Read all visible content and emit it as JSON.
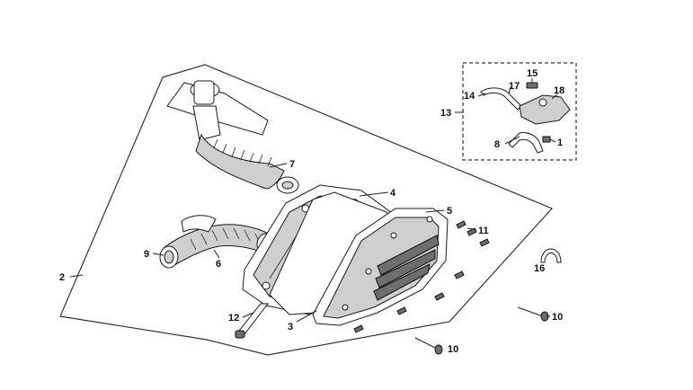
{
  "diagram": {
    "callouts": [
      {
        "id": "1",
        "text": "1"
      },
      {
        "id": "2",
        "text": "2"
      },
      {
        "id": "3",
        "text": "3"
      },
      {
        "id": "4",
        "text": "4"
      },
      {
        "id": "5",
        "text": "5"
      },
      {
        "id": "6",
        "text": "6"
      },
      {
        "id": "7",
        "text": "7"
      },
      {
        "id": "8",
        "text": "8"
      },
      {
        "id": "9",
        "text": "9"
      },
      {
        "id": "10a",
        "text": "10"
      },
      {
        "id": "10b",
        "text": "10"
      },
      {
        "id": "11",
        "text": "11"
      },
      {
        "id": "12",
        "text": "12"
      },
      {
        "id": "13",
        "text": "13"
      },
      {
        "id": "14",
        "text": "14"
      },
      {
        "id": "15",
        "text": "15"
      },
      {
        "id": "16",
        "text": "16"
      },
      {
        "id": "17",
        "text": "17"
      },
      {
        "id": "18",
        "text": "18"
      }
    ]
  }
}
